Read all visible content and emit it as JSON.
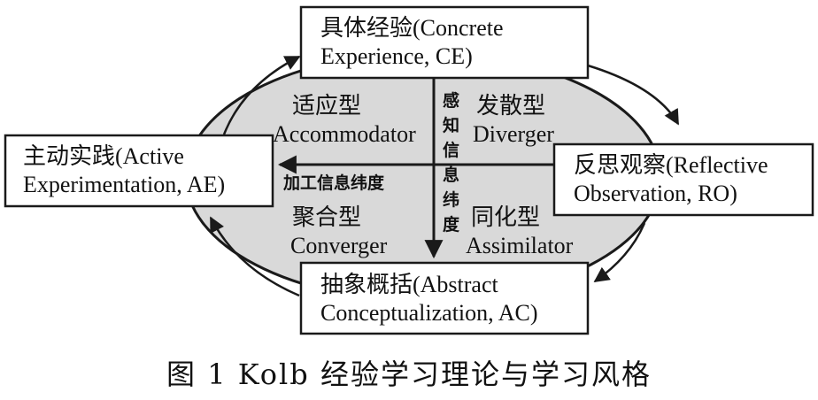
{
  "boxes": {
    "ce": {
      "line1": "具体经验(Concrete",
      "line2": "Experience, CE)"
    },
    "ro": {
      "line1": "反思观察(Reflective",
      "line2": "Observation, RO)"
    },
    "ac": {
      "line1": "抽象概括(Abstract",
      "line2": "Conceptualization, AC)"
    },
    "ae": {
      "line1": "主动实践(Active",
      "line2": "Experimentation, AE)"
    }
  },
  "styles": {
    "accommodator": {
      "cn": "适应型",
      "en": "Accommodator"
    },
    "diverger": {
      "cn": "发散型",
      "en": "Diverger"
    },
    "converger": {
      "cn": "聚合型",
      "en": "Converger"
    },
    "assimilator": {
      "cn": "同化型",
      "en": "Assimilator"
    }
  },
  "axes": {
    "perception": [
      "感",
      "知",
      "信",
      "息",
      "纬",
      "度"
    ],
    "processing": "加工信息纬度"
  },
  "caption": "图 1  Kolb 经验学习理论与学习风格",
  "colors": {
    "ellipse_fill": "#d9d9d9",
    "stroke": "#1a1a1a",
    "box_fill": "#ffffff"
  }
}
